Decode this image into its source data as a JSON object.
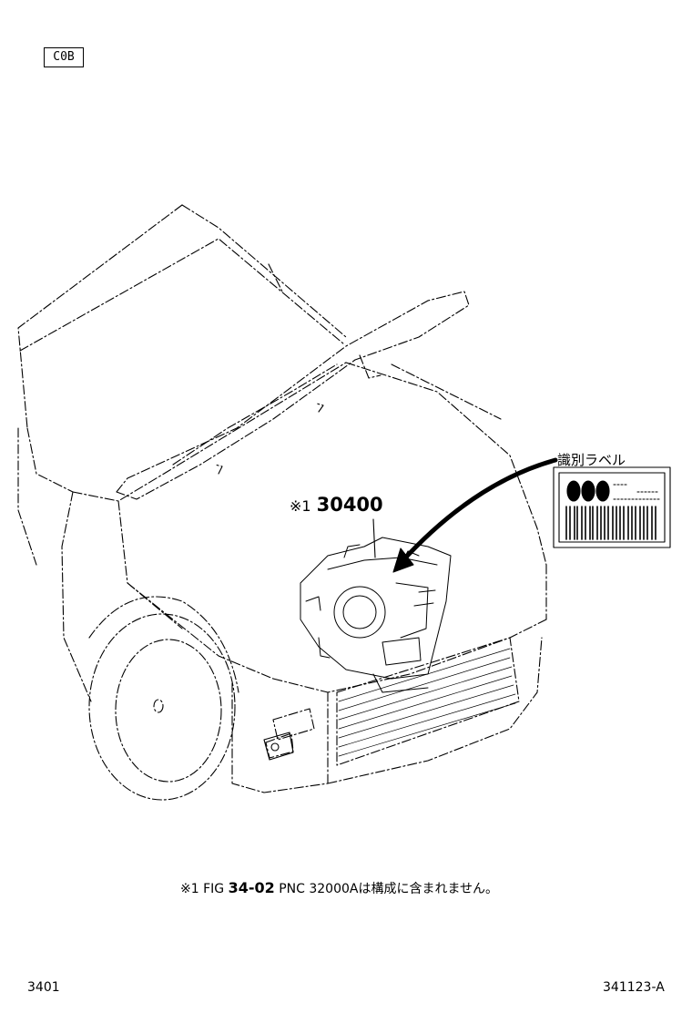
{
  "header": {
    "code": "C0B"
  },
  "callouts": {
    "part_mark": "※1",
    "part_number": "30400",
    "label_title": "識別ラベル"
  },
  "footnote": {
    "mark": "※1",
    "fig_prefix": "FIG",
    "fig_number": "34-02",
    "pnc_text": "PNC 32000Aは構成に含まれません。"
  },
  "footer": {
    "page_code": "3401",
    "drawing_id": "341123-A"
  }
}
